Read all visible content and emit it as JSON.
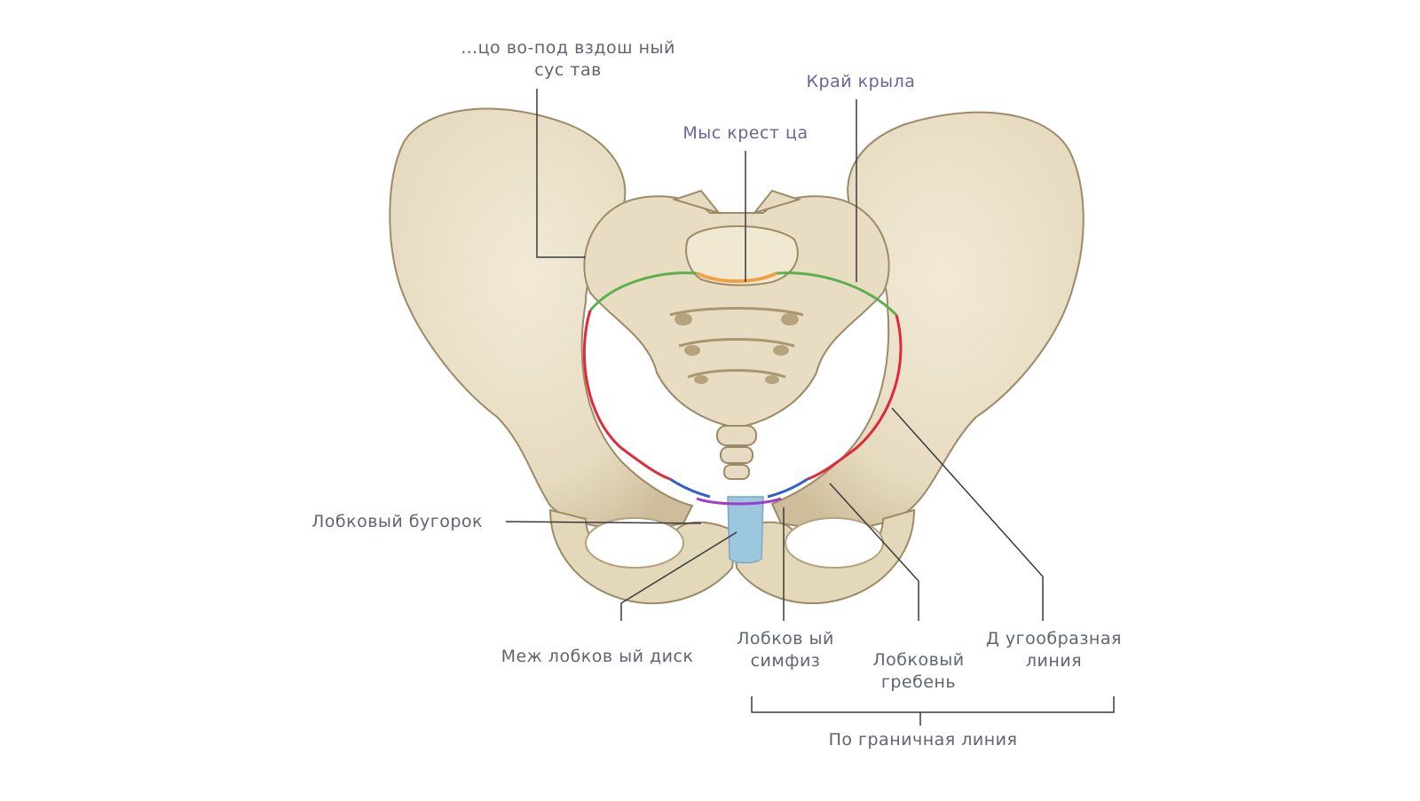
{
  "labels": {
    "sacroiliac_joint": [
      "…цо во-под вздош ный",
      "сус тав"
    ],
    "wing_edge": "Край крыла",
    "sacral_promontory": "Мыс крест ца",
    "pubic_tubercle": "Лобковый бугорок",
    "interpubic_disc": "Меж лобков ый диск",
    "pubic_symphysis": [
      "Лобков ый",
      "симфиз"
    ],
    "pubic_crest": [
      "Лобковый",
      "гребень"
    ],
    "arcuate_line": [
      "Д угообразная",
      "линия"
    ],
    "terminal_line": "По граничная линия"
  },
  "colors": {
    "bone": "#e9dfc6",
    "bone_shadow": "#c9b995",
    "bone_outline": "#9c8a68",
    "promontory": "#f0a243",
    "wing_edge_line": "#5bb04e",
    "arcuate_line": "#e0293a",
    "pubic_crest_line": "#2f5fc8",
    "pubic_tubercle_line": "#a13ad0",
    "interpubic_disc": "#9cc7df",
    "leader": "#3a3a3a",
    "label_text": "#5f6472",
    "label_text_accent": "#6e6298"
  }
}
